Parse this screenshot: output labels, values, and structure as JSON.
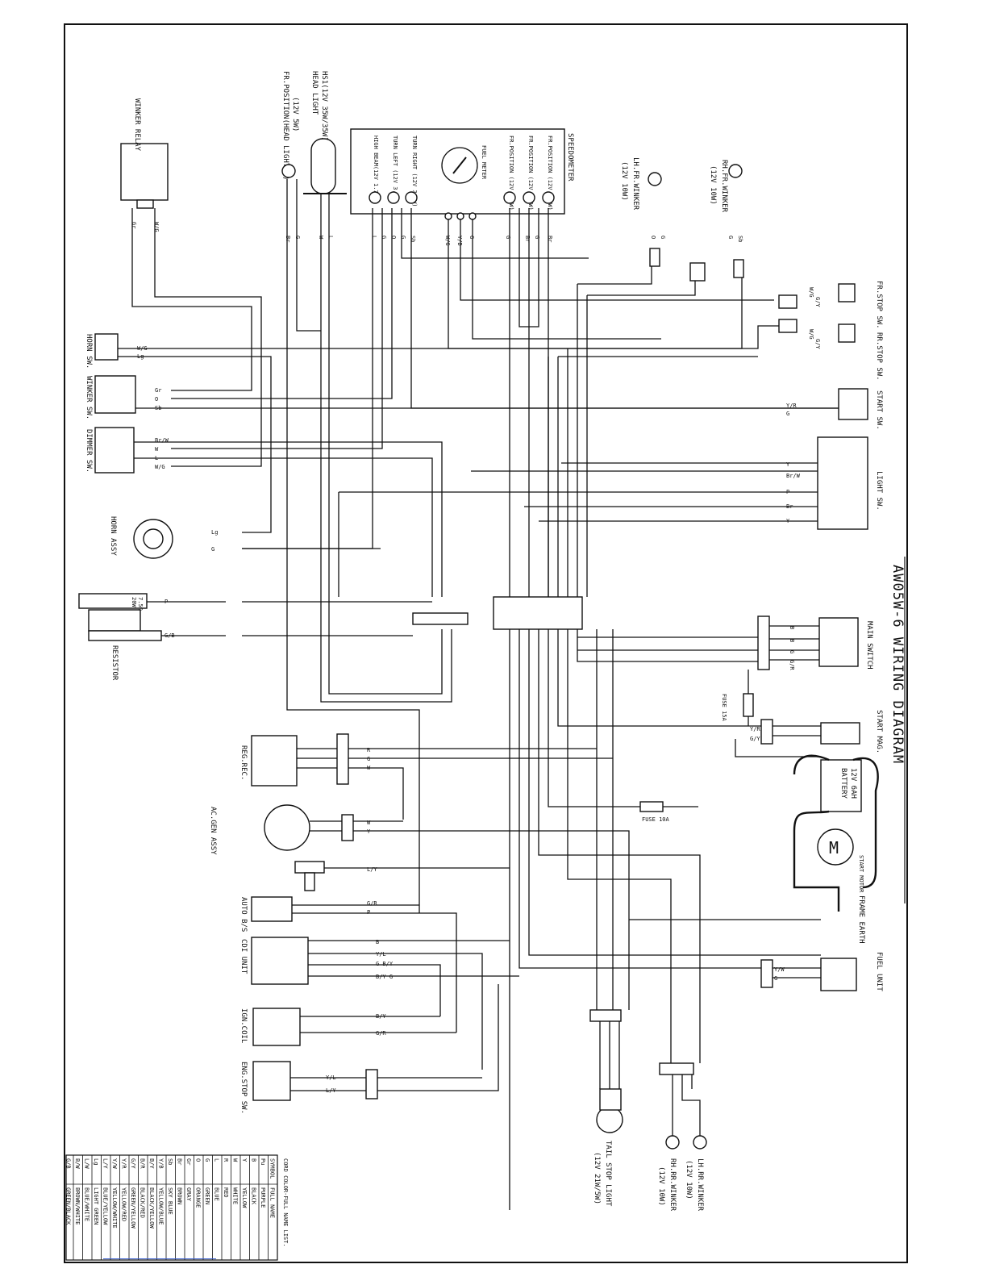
{
  "title": "AW05W-6 WIRING DIAGRAM",
  "components": {
    "winker_relay": "WINKER RELAY",
    "head_light": [
      "HEAD LIGHT",
      "HS1(12V 35W/35W)"
    ],
    "fr_position": [
      "FR.POSITION(HEAD LIGHT.I)",
      "(12V 5W)"
    ],
    "speedometer": "SPEEDOMETER",
    "fuel_meter": "FUEL METER",
    "speedo_lamps": [
      "FR.POSITION (12V 1.7W)",
      "FR.POSITION (12V 1.7W)",
      "FR.POSITION (12V 1.7W)",
      "TURN RIGHT (12V 3.4W)",
      "TURN LEFT (12V 3.4W)",
      "HIGH BEAM(12V 1.7W)"
    ],
    "lh_fr_winker": [
      "LH.FR.WINKER",
      "(12V 10W)"
    ],
    "rh_fr_winker": [
      "RH.FR.WINKER",
      "(12V 10W)"
    ],
    "fr_stop_sw": "FR.STOP SW.",
    "rr_stop_sw": "RR.STOP SW.",
    "horn_sw": "HORN SW.",
    "winker_sw": "WINKER SW.",
    "dimmer_sw": "DIMMER SW.",
    "start_sw": "START SW.",
    "light_sw": "LIGHT SW.",
    "horn": "HORN ASSY",
    "resistor": "RESISTOR",
    "resistor_spec": [
      "20W",
      "7.5Ω"
    ],
    "main_switch": "MAIN SWITCH",
    "fuse_15a": "FUSE 15A",
    "fuse_10a": "FUSE 10A",
    "start_mag": "START MAG.",
    "battery": [
      "12V 6AH",
      "BATTERY"
    ],
    "start_motor": "START MOTOR",
    "motor_symbol": "M",
    "frame_earth": "FRAME EARTH",
    "fuel_unit": "FUEL UNIT",
    "reg_rec": "REG.REC.",
    "ac_gen": "AC.GEN ASSY",
    "auto_bs": "AUTO B/S",
    "cdi_unit": "CDI UNIT",
    "ign_coil": "IGN.COIL",
    "eng_stop_sw": "ENG.STOP SW.",
    "tail_stop_light": [
      "TAIL STOP LIGHT",
      "(12V 21W/5W)"
    ],
    "lh_rr_winker": [
      "LH.RR.WINKER",
      "(12V 10W)"
    ],
    "rh_rr_winker": [
      "RH.RR.WINKER",
      "(12V 10W)"
    ]
  },
  "wire_labels": {
    "winker_relay": [
      "Gr",
      "W/G"
    ],
    "head_light": [
      "Br",
      "G",
      "W",
      "L"
    ],
    "speedo_left": [
      "L",
      "G",
      "O",
      "G",
      "Sb"
    ],
    "fuel_meter": [
      "W/G",
      "Y/B",
      "G"
    ],
    "speedo_right": [
      "G",
      "Br",
      "G",
      "Br"
    ],
    "lh_fr": [
      "O",
      "G"
    ],
    "rh_fr": [
      "G",
      "Sb"
    ],
    "stop_sw": [
      "W/G",
      "G/Y",
      "W/G",
      "G/Y"
    ],
    "horn_sw": [
      "W/G",
      "Lg"
    ],
    "winker_sw": [
      "Gr",
      "O",
      "Sb"
    ],
    "dimmer_sw": [
      "Br/W",
      "W",
      "L",
      "W/G"
    ],
    "start_sw": [
      "Y/R",
      "G"
    ],
    "light_sw": [
      "Y",
      "Br/W",
      "P",
      "Br",
      "Y"
    ],
    "horn": [
      "Lg",
      "G"
    ],
    "resistor": [
      "P",
      "G/B"
    ],
    "main_switch": [
      "B",
      "B",
      "G",
      "G/R"
    ],
    "start_mag": [
      "Y/R",
      "G/Y"
    ],
    "reg_rec": [
      "R",
      "G",
      "W"
    ],
    "ac_gen": [
      "W",
      "Y"
    ],
    "auto_bs": [
      "L/Y"
    ],
    "auto_bs2": [
      "G/R",
      "P"
    ],
    "cdi": [
      "B",
      "Y/L",
      "G B/Y",
      "B/Y G"
    ],
    "ign": [
      "B/Y",
      "G/R"
    ],
    "eng_stop": [
      "Y/L",
      "L/Y"
    ],
    "fuel_unit": [
      "Y/W",
      "G"
    ]
  },
  "color_legend": {
    "title": "CORD COLOR-FULL NAME LIST.",
    "headers": [
      "SYMBOL",
      "FULL NAME"
    ],
    "rows": [
      [
        "Pu",
        "PURPLE"
      ],
      [
        "B",
        "BLACK"
      ],
      [
        "Y",
        "YELLOW"
      ],
      [
        "W",
        "WHITE"
      ],
      [
        "R",
        "RED"
      ],
      [
        "L",
        "BLUE"
      ],
      [
        "G",
        "GREEN"
      ],
      [
        "O",
        "ORANGE"
      ],
      [
        "Gr",
        "GRAY"
      ],
      [
        "Br",
        "BROWN"
      ],
      [
        "Sb",
        "SKY BLUE"
      ],
      [
        "Y/B",
        "YELLOW/BLUE"
      ],
      [
        "B/Y",
        "BLACK/YELLOW"
      ],
      [
        "B/R",
        "BLACK/RED"
      ],
      [
        "G/Y",
        "GREEN/YELLOW"
      ],
      [
        "Y/R",
        "YELLOW/RED"
      ],
      [
        "Y/W",
        "YELLOW/WHITE"
      ],
      [
        "L/Y",
        "BLUE/YELLOW"
      ],
      [
        "Lg",
        "LIGHT GREEN"
      ],
      [
        "L/W",
        "BLUE/WHITE"
      ],
      [
        "B/W",
        "BROWN/WHITE"
      ],
      [
        "G/B",
        "GREEN/BLACK"
      ]
    ]
  }
}
